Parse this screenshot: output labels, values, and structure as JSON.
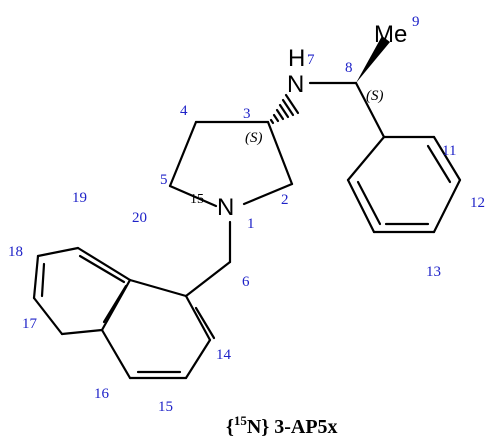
{
  "molecule": {
    "caption_open": "{",
    "caption_isotope": "15",
    "caption_element": "N",
    "caption_rest": "} 3-AP5x"
  },
  "atoms": {
    "methyl": "Me",
    "amine_h": "H",
    "amine_n": "N",
    "ring_n": "N",
    "ring_n_isotope": "15"
  },
  "stereo": {
    "c3": "(S)",
    "c8": "(S)"
  },
  "locants": {
    "n1": "1",
    "c2": "2",
    "c3": "3",
    "c4": "4",
    "c5": "5",
    "c6": "6",
    "n7": "7",
    "c8": "8",
    "c9": "9",
    "c11": "11",
    "c12": "12",
    "c13": "13",
    "c14": "14",
    "c15": "15",
    "c16": "16",
    "c17": "17",
    "c18": "18",
    "c19": "19",
    "c20": "20"
  },
  "colors": {
    "locant": "#1e22c8",
    "bond": "#000000"
  }
}
